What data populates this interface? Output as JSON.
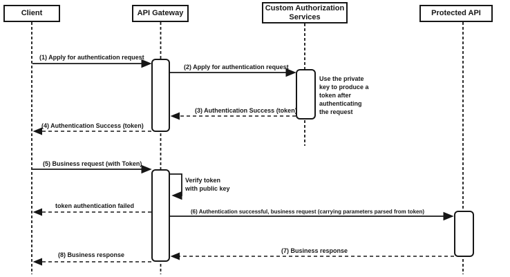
{
  "diagram_type": "sequence-diagram",
  "actors": [
    {
      "label": "Client"
    },
    {
      "label": "API Gateway"
    },
    {
      "label": "Custom Authorization\nServices"
    },
    {
      "label": "Protected API"
    }
  ],
  "messages": [
    {
      "label": "(1) Apply for authentication request",
      "from": "Client",
      "to": "API Gateway",
      "type": "solid"
    },
    {
      "label": "(2) Apply for authentication request",
      "from": "API Gateway",
      "to": "Custom Authorization Services",
      "type": "solid"
    },
    {
      "label": "(3) Authentication Success (token)",
      "from": "Custom Authorization Services",
      "to": "API Gateway",
      "type": "dashed"
    },
    {
      "label": "(4) Authentication Success (token)",
      "from": "API Gateway",
      "to": "Client",
      "type": "dashed"
    },
    {
      "label": "(5) Business request (with Token)",
      "from": "Client",
      "to": "API Gateway",
      "type": "solid"
    },
    {
      "label": "Verify token\nwith public key",
      "from": "API Gateway",
      "to": "API Gateway",
      "type": "self"
    },
    {
      "label": "token authentication failed",
      "from": "API Gateway",
      "to": "Client",
      "type": "dashed"
    },
    {
      "label": "(6) Authentication successful, business request (carrying parameters parsed from token)",
      "from": "API Gateway",
      "to": "Protected API",
      "type": "solid"
    },
    {
      "label": "(7) Business response",
      "from": "Protected API",
      "to": "API Gateway",
      "type": "dashed"
    },
    {
      "label": "(8) Business response",
      "from": "API Gateway",
      "to": "Client",
      "type": "dashed"
    }
  ],
  "note": {
    "text": "Use the private\nkey to produce a\ntoken after\nauthenticating\nthe request"
  },
  "colors": {
    "stroke": "#161616",
    "fill": "#ffffff",
    "text": "#161616"
  }
}
